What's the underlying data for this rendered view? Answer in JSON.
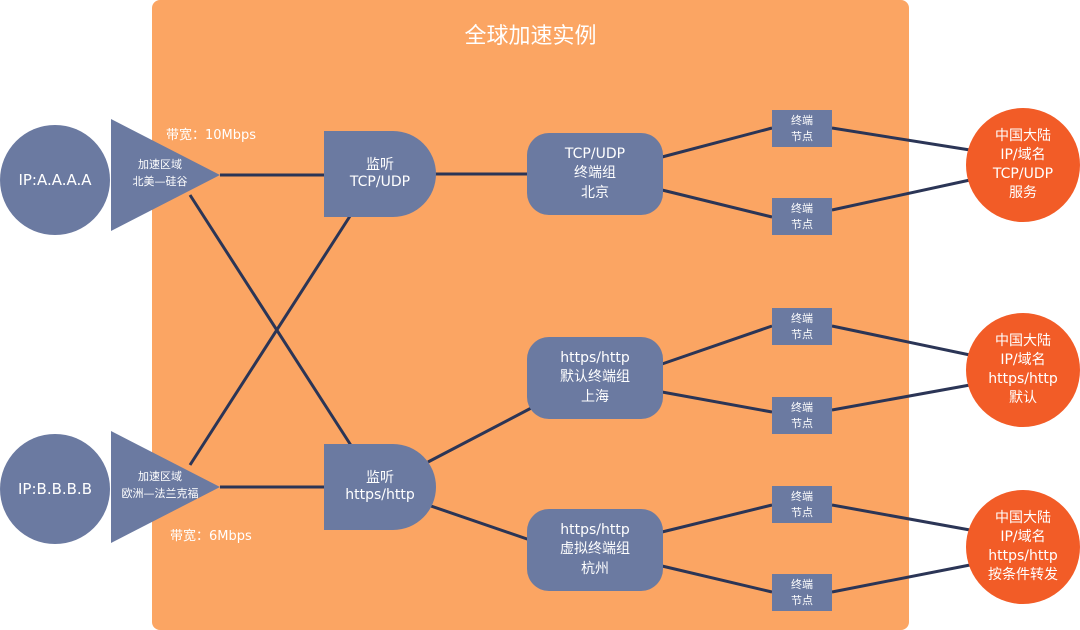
{
  "title": "全球加速实例",
  "clients": [
    {
      "label": "IP:A.A.A.A"
    },
    {
      "label": "IP:B.B.B.B"
    }
  ],
  "regions": [
    {
      "lines": [
        "加速区域",
        "北美—硅谷"
      ]
    },
    {
      "lines": [
        "加速区域",
        "欧洲—法兰克福"
      ]
    }
  ],
  "bandwidths": [
    "带宽：10Mbps",
    "带宽：6Mbps"
  ],
  "listeners": [
    {
      "lines": [
        "监听",
        "TCP/UDP"
      ]
    },
    {
      "lines": [
        "监听",
        "https/http"
      ]
    }
  ],
  "endpoint_groups": [
    {
      "lines": [
        "TCP/UDP",
        "终端组",
        "北京"
      ]
    },
    {
      "lines": [
        "https/http",
        "默认终端组",
        "上海"
      ]
    },
    {
      "lines": [
        "https/http",
        "虚拟终端组",
        "杭州"
      ]
    }
  ],
  "endpoint_node": {
    "lines": [
      "终端",
      "节点"
    ]
  },
  "services": [
    {
      "lines": [
        "中国大陆",
        "IP/域名",
        "TCP/UDP",
        "服务"
      ]
    },
    {
      "lines": [
        "中国大陆",
        "IP/域名",
        "https/http",
        "默认"
      ]
    },
    {
      "lines": [
        "中国大陆",
        "IP/域名",
        "https/http",
        "按条件转发"
      ]
    }
  ],
  "colors": {
    "panel": "#fba563",
    "node": "#6b7aa1",
    "service": "#f25c27",
    "wire": "#2b3556"
  }
}
